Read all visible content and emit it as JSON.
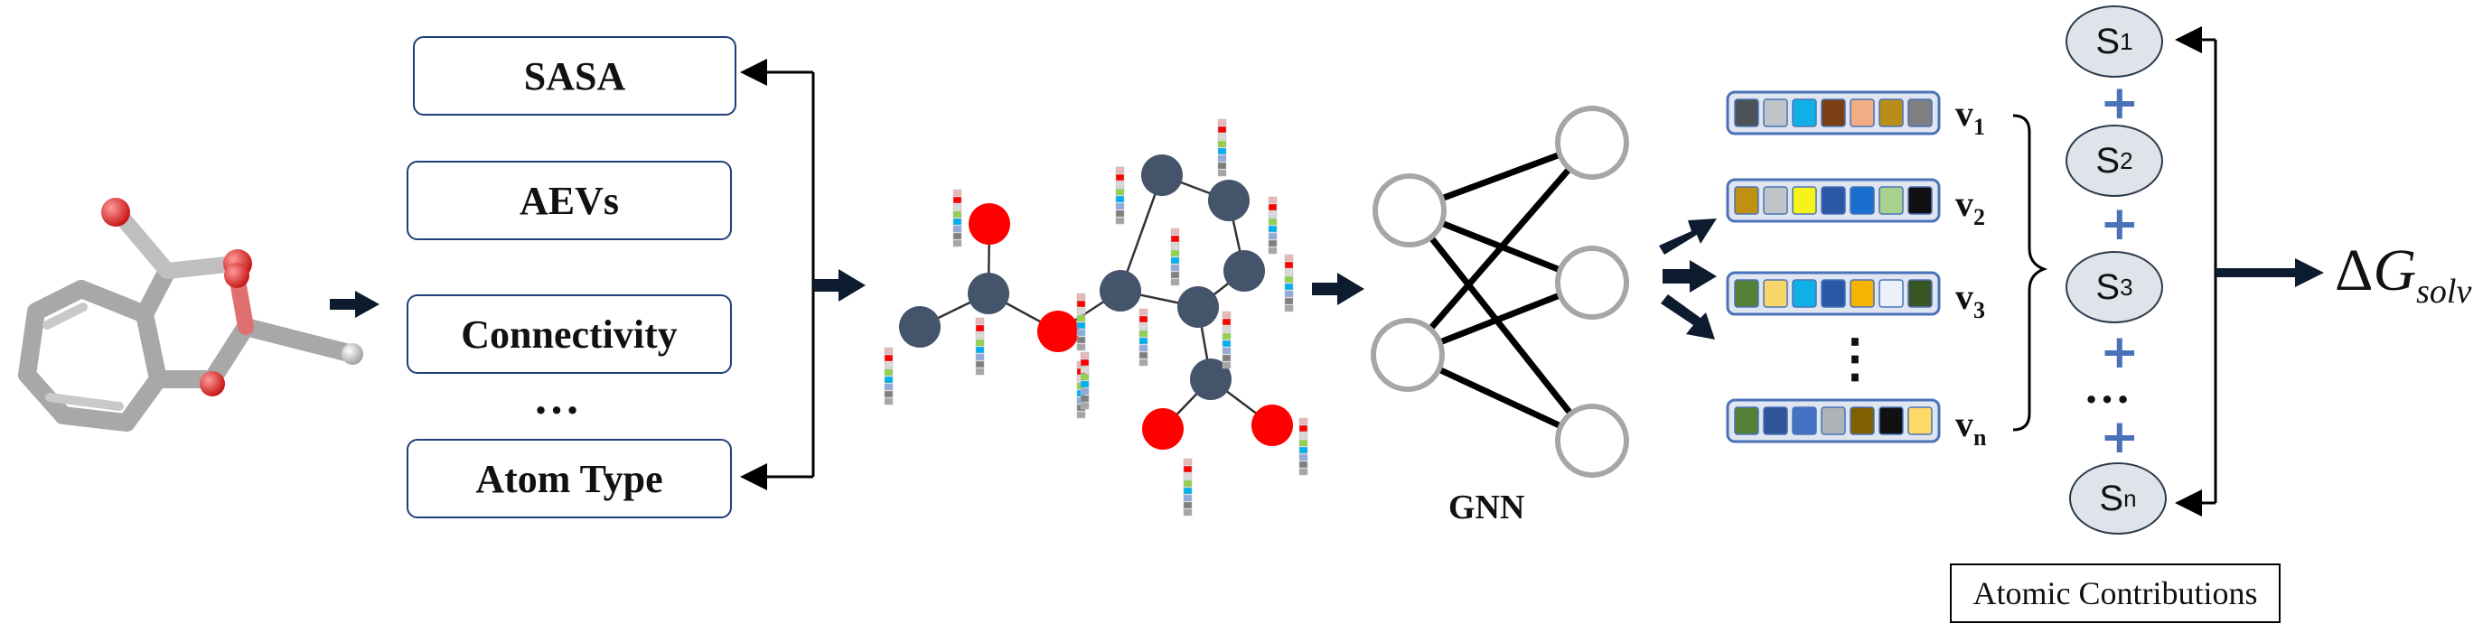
{
  "features": {
    "sasa": "SASA",
    "aevs": "AEVs",
    "connectivity": "Connectivity",
    "ellipsis": "…",
    "atom_type": "Atom Type"
  },
  "gnn_label": "GNN",
  "vectors": [
    {
      "base": "v",
      "sub": "1",
      "colors": [
        "#4d5257",
        "#bfc4c9",
        "#0fb0e6",
        "#7a3e12",
        "#f2ad84",
        "#b88d1a",
        "#7d7f82"
      ]
    },
    {
      "base": "v",
      "sub": "2",
      "colors": [
        "#bf9012",
        "#bfc4c9",
        "#f6f31b",
        "#2c57a6",
        "#1a6fce",
        "#a9d18e",
        "#111111"
      ]
    },
    {
      "base": "v",
      "sub": "3",
      "colors": [
        "#538135",
        "#f9d66a",
        "#0fb0e6",
        "#2c57a6",
        "#f5b400",
        "#eaf1fb",
        "#375623"
      ]
    },
    {
      "base": "v",
      "sub": "n",
      "colors": [
        "#538135",
        "#2f5597",
        "#4472c4",
        "#aeb3b8",
        "#7f6000",
        "#111111",
        "#ffd966"
      ]
    }
  ],
  "vector_ellipsis": "⋮",
  "atomic_nodes": [
    {
      "base": "S",
      "sub": "1"
    },
    {
      "base": "S",
      "sub": "2"
    },
    {
      "base": "S",
      "sub": "3"
    },
    {
      "base": "S",
      "sub": "n"
    }
  ],
  "node_ellipsis": "…",
  "plus_sign": "+",
  "atomic_contributions": "Atomic Contributions",
  "output": {
    "delta": "Δ",
    "G": "G",
    "sub": "solv"
  },
  "colors": {
    "box_border": "#1f3f7a",
    "arrow": "#0d1b2e",
    "graph_node": "#44546a",
    "oxygen": "#ff0000",
    "gnn_node": "#a6a6a6",
    "plus": "#4a72b8"
  }
}
